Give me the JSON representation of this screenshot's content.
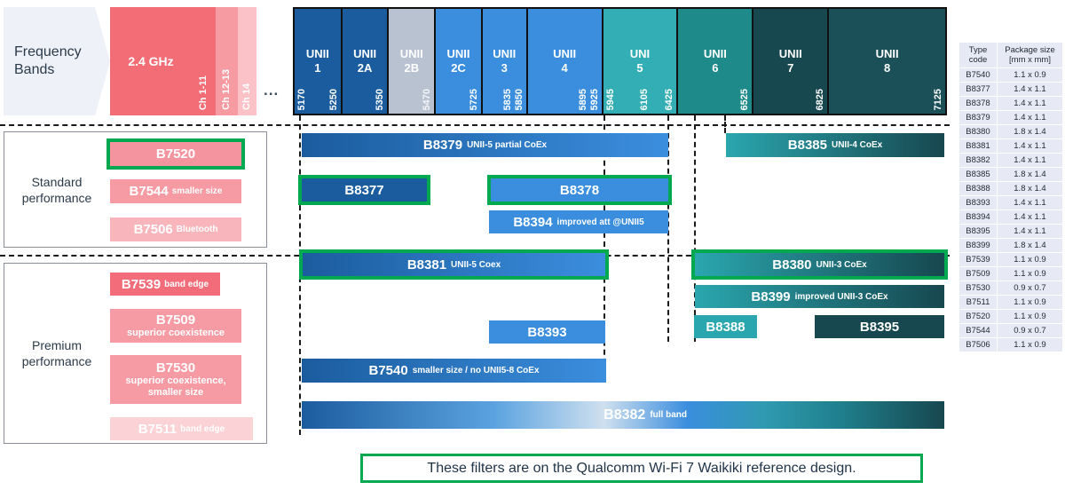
{
  "header": {
    "frequency_label_line1": "Frequency",
    "frequency_label_line2": "Bands",
    "ellipsis": "...",
    "band24": {
      "title": "2.4 GHz",
      "cells": [
        {
          "label": "2.4 GHz",
          "vertical": "",
          "color": "#f26d75"
        },
        {
          "label": "",
          "vertical": "Ch 1-11",
          "color": "#f26d75"
        },
        {
          "label": "",
          "vertical": "Ch 12-13",
          "color": "#f79ba2"
        },
        {
          "label": "",
          "vertical": "Ch 14",
          "color": "#fbc2c7"
        }
      ]
    },
    "bands": [
      {
        "name": "UNII",
        "num": "1",
        "color": "#1b5c9e",
        "left_edge": "5170",
        "right_edge": "5250",
        "dim": false
      },
      {
        "name": "UNII",
        "num": "2A",
        "color": "#1b5c9e",
        "left_edge": "",
        "right_edge": "5350",
        "dim": false
      },
      {
        "name": "UNII",
        "num": "2B",
        "color": "#b9c2d0",
        "left_edge": "",
        "right_edge": "5470",
        "dim": true
      },
      {
        "name": "UNII",
        "num": "2C",
        "color": "#3b8ede",
        "left_edge": "",
        "right_edge": "5725",
        "dim": false
      },
      {
        "name": "UNII",
        "num": "3",
        "color": "#3b8ede",
        "left_edge": "5835",
        "right_edge": "5850",
        "dim": false
      },
      {
        "name": "UNII",
        "num": "4",
        "color": "#3b8ede",
        "left_edge": "5895",
        "right_edge": "5925",
        "dim": false
      },
      {
        "name": "UNI",
        "num": "5",
        "color": "#33aeb4",
        "left_edge": "5945",
        "right_edge": "6105 6425",
        "dim": false
      },
      {
        "name": "UNII",
        "num": "6",
        "color": "#1f8a8a",
        "left_edge": "",
        "right_edge": "6525",
        "dim": false
      },
      {
        "name": "UNII",
        "num": "7",
        "color": "#17474f",
        "left_edge": "",
        "right_edge": "6825",
        "dim": false
      },
      {
        "name": "UNII",
        "num": "8",
        "color": "#17474f",
        "left_edge": "",
        "right_edge": "7125",
        "dim": false
      }
    ]
  },
  "categories": [
    {
      "name": "standard",
      "label_line1": "Standard",
      "label_line2": "performance",
      "parts": [
        {
          "code": "B7520",
          "sub": "",
          "color": "#f4949e",
          "highlight": true
        },
        {
          "code": "B7544",
          "sub": "smaller size",
          "color": "#f69aa3",
          "highlight": false
        },
        {
          "code": "B7506",
          "sub": "Bluetooth",
          "color": "#f9b5bc",
          "highlight": false
        }
      ]
    },
    {
      "name": "premium",
      "label_line1": "Premium",
      "label_line2": "performance",
      "parts": [
        {
          "code": "B7539",
          "sub": "band edge",
          "color": "#f26d79",
          "highlight": false
        },
        {
          "code": "B7509",
          "sub": "superior coexistence",
          "color": "#f69aa3",
          "highlight": false
        },
        {
          "code": "B7530",
          "sub": "superior coexistence, smaller size",
          "color": "#f69aa3",
          "highlight": false
        },
        {
          "code": "B7511",
          "sub": "band edge",
          "color": "#fbd2d6",
          "highlight": false
        }
      ]
    }
  ],
  "filters": [
    {
      "code": "B8379",
      "sub": "UNII-5 partial CoEx",
      "highlight": false
    },
    {
      "code": "B8385",
      "sub": "UNII-4 CoEx",
      "highlight": false
    },
    {
      "code": "B8377",
      "sub": "",
      "highlight": true
    },
    {
      "code": "B8378",
      "sub": "",
      "highlight": true
    },
    {
      "code": "B8394",
      "sub": "improved att @UNII5",
      "highlight": false
    },
    {
      "code": "B8381",
      "sub": "UNII-5 Coex",
      "highlight": true
    },
    {
      "code": "B8380",
      "sub": "UNII-3 CoEx",
      "highlight": true
    },
    {
      "code": "B8399",
      "sub": "improved UNII-3 CoEx",
      "highlight": false
    },
    {
      "code": "B8388",
      "sub": "",
      "highlight": false
    },
    {
      "code": "B8395",
      "sub": "",
      "highlight": false
    },
    {
      "code": "B8393",
      "sub": "",
      "highlight": false
    },
    {
      "code": "B7540",
      "sub": "smaller size / no UNII5-8 CoEx",
      "highlight": false
    },
    {
      "code": "B8382",
      "sub": "full band",
      "highlight": false
    }
  ],
  "table": {
    "headers": [
      "Type code",
      "Package size [mm x mm]"
    ],
    "header_lines": [
      [
        "Type",
        "code"
      ],
      [
        "Package size",
        "[mm x mm]"
      ]
    ],
    "rows": [
      [
        "B7540",
        "1.1 x 0.9"
      ],
      [
        "B8377",
        "1.4 x 1.1"
      ],
      [
        "B8378",
        "1.4 x 1.1"
      ],
      [
        "B8379",
        "1.4 x 1.1"
      ],
      [
        "B8380",
        "1.8 x 1.4"
      ],
      [
        "B8381",
        "1.4 x 1.1"
      ],
      [
        "B8382",
        "1.4 x 1.1"
      ],
      [
        "B8385",
        "1.8 x 1.4"
      ],
      [
        "B8388",
        "1.8 x 1.4"
      ],
      [
        "B8393",
        "1.4 x 1.1"
      ],
      [
        "B8394",
        "1.4 x 1.1"
      ],
      [
        "B8395",
        "1.4 x 1.1"
      ],
      [
        "B8399",
        "1.8 x 1.4"
      ],
      [
        "B7539",
        "1.1 x 0.9"
      ],
      [
        "B7509",
        "1.1 x 0.9"
      ],
      [
        "B7530",
        "0.9 x 0.7"
      ],
      [
        "B7511",
        "1.1 x 0.9"
      ],
      [
        "B7520",
        "1.1 x 0.9"
      ],
      [
        "B7544",
        "0.9 x 0.7"
      ],
      [
        "B7506",
        "1.1 x 0.9"
      ]
    ]
  },
  "caption": "These filters are on the Qualcomm Wi-Fi 7 Waikiki reference design.",
  "colors": {
    "highlight_green": "#00a84f",
    "pink": "#f4949e",
    "deep_blue": "#1b5c9e",
    "blue": "#3b8ede",
    "teal": "#33aeb4",
    "dark_teal": "#17474f"
  }
}
